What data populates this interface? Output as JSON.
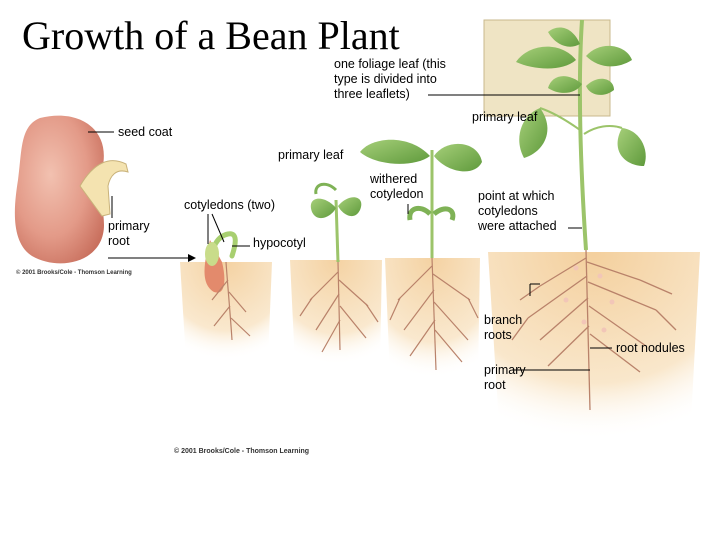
{
  "title": "Growth of a Bean Plant",
  "labels": {
    "seed_coat": "seed coat",
    "primary_root_seed": "primary\nroot",
    "cotyledons": "cotyledons (two)",
    "hypocotyl": "hypocotyl",
    "primary_leaf_1": "primary leaf",
    "withered_cotyledon": "withered\ncotyledon",
    "foliage_leaf": "one foliage leaf (this\ntype is divided into\nthree leaflets)",
    "primary_leaf_2": "primary leaf",
    "attachment_point": "point at which\ncotyledons\nwere attached",
    "branch_roots": "branch\nroots",
    "root_nodules": "root nodules",
    "primary_root_plant": "primary\nroot"
  },
  "credits": {
    "seed": "© 2001 Brooks/Cole - Thomson Learning",
    "main": "© 2001 Brooks/Cole - Thomson Learning"
  },
  "colors": {
    "seed": "#e39a88",
    "soil": "#f6d7aa",
    "leaf": "#7fb256",
    "stem": "#9cc46a",
    "root": "#b9826a",
    "inset": "#efe4c4"
  }
}
